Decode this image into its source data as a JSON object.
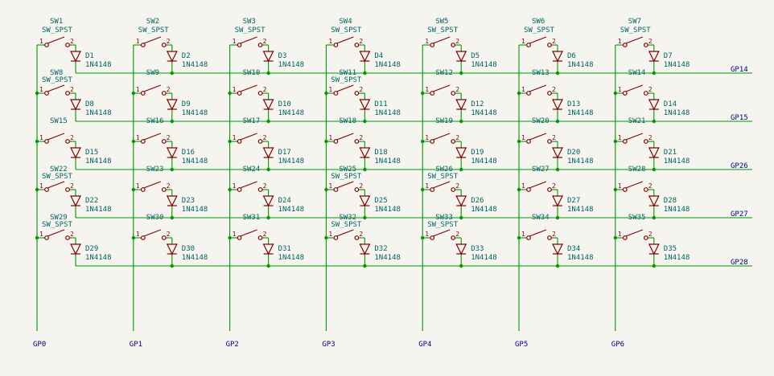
{
  "colors": {
    "background": "#f5f4ef",
    "wire": "#009900",
    "symbol": "#840000",
    "reference_text": "#006464",
    "net_label": "#00008b"
  },
  "column_nets": [
    "GP0",
    "GP1",
    "GP2",
    "GP3",
    "GP4",
    "GP5",
    "GP6"
  ],
  "row_nets": [
    "GP14",
    "GP15",
    "GP26",
    "GP27",
    "GP28"
  ],
  "switch_value": "SW_SPST",
  "diode_value": "1N4148",
  "pin_labels": [
    "1",
    "2"
  ],
  "grid": {
    "rows": 5,
    "columns": 7
  },
  "switches": [
    "SW1",
    "SW2",
    "SW3",
    "SW4",
    "SW5",
    "SW6",
    "SW7",
    "SW8",
    "SW9",
    "SW10",
    "SW11",
    "SW12",
    "SW13",
    "SW14",
    "SW15",
    "SW16",
    "SW17",
    "SW18",
    "SW19",
    "SW20",
    "SW21",
    "SW22",
    "SW23",
    "SW24",
    "SW25",
    "SW26",
    "SW27",
    "SW28",
    "SW29",
    "SW30",
    "SW31",
    "SW32",
    "SW33",
    "SW34",
    "SW35"
  ],
  "diodes": [
    "D1",
    "D2",
    "D3",
    "D4",
    "D5",
    "D6",
    "D7",
    "D8",
    "D9",
    "D10",
    "D11",
    "D12",
    "D13",
    "D14",
    "D15",
    "D16",
    "D17",
    "D18",
    "D19",
    "D20",
    "D21",
    "D22",
    "D23",
    "D24",
    "D25",
    "D26",
    "D27",
    "D28",
    "D29",
    "D30",
    "D31",
    "D32",
    "D33",
    "D34",
    "D35"
  ],
  "switch_value_shown": [
    true,
    true,
    true,
    true,
    true,
    true,
    true,
    true,
    false,
    false,
    true,
    false,
    false,
    false,
    false,
    false,
    false,
    false,
    false,
    false,
    false,
    true,
    false,
    false,
    true,
    true,
    false,
    false,
    true,
    false,
    false,
    true,
    true,
    false,
    false
  ]
}
